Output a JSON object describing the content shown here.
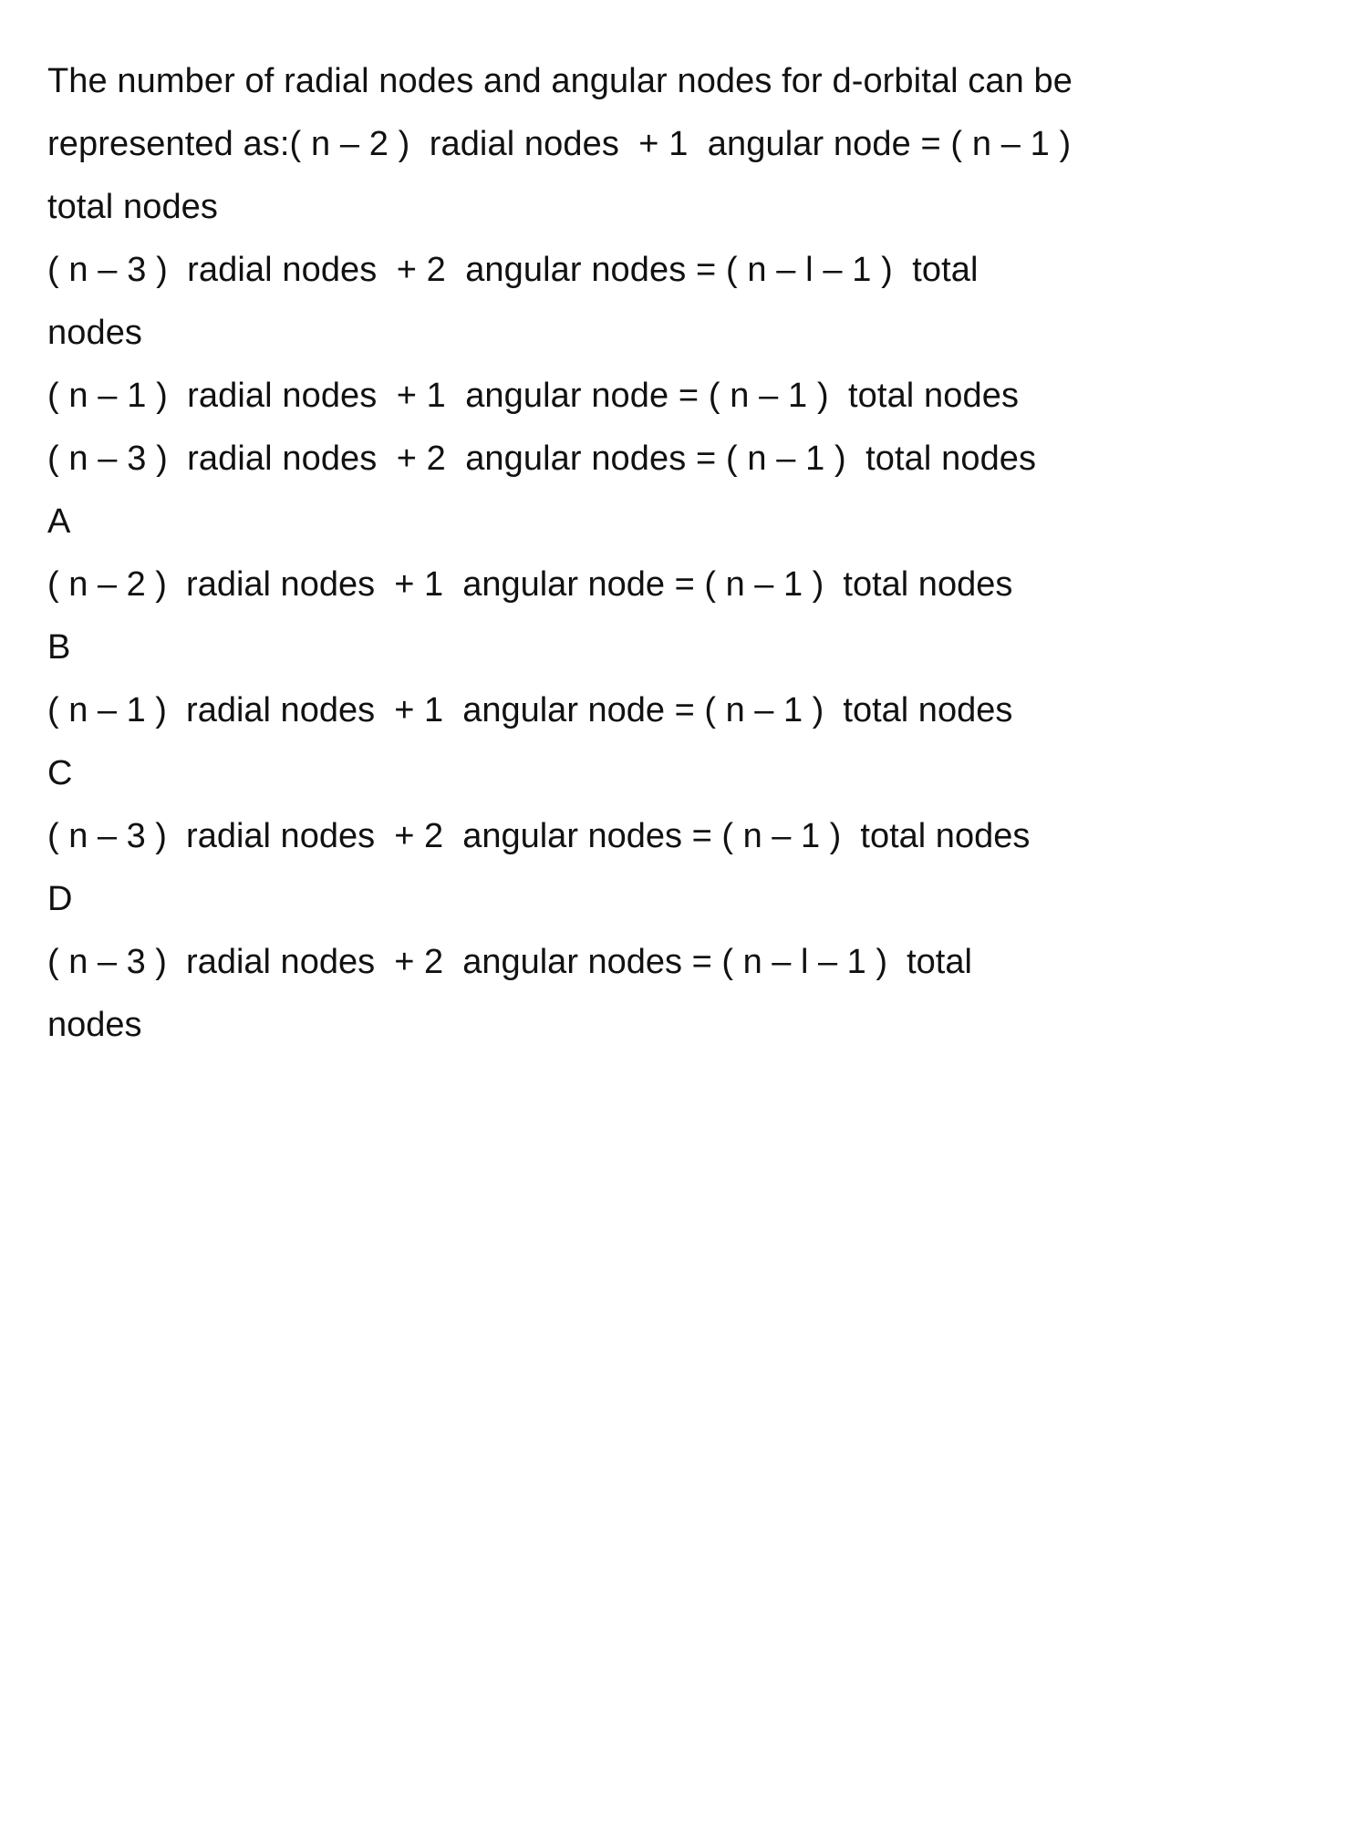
{
  "document": {
    "type": "multiple-choice-question",
    "background_color": "#ffffff",
    "text_color": "#111111",
    "question": {
      "stem_intro": "The number of radial nodes and angular nodes for d-orbital can be represented as:",
      "stem_full": "The number of radial nodes and angular nodes for d-orbital can be represented as:( n – 2 )  radial nodes  + 1  angular node = ( n – 1 )  total nodes\n( n – 3 )  radial nodes  + 2  angular nodes = ( n – l – 1 )  total nodes\n( n – 1 )  radial nodes  + 1  angular node = ( n – 1 )  total nodes\n( n – 3 )  radial nodes  + 2  angular nodes = ( n – 1 )  total nodes"
    },
    "choices": [
      {
        "label": "A",
        "text": "( n – 2 )  radial nodes  + 1  angular node = ( n – 1 )  total nodes"
      },
      {
        "label": "B",
        "text": "( n – 1 )  radial nodes  + 1  angular node = ( n – 1 )  total nodes"
      },
      {
        "label": "C",
        "text": "( n – 3 )  radial nodes  + 2  angular nodes = ( n – 1 )  total nodes"
      },
      {
        "label": "D",
        "text": "( n – 3 )  radial nodes  + 2  angular nodes = ( n – l – 1 )  total nodes"
      }
    ]
  }
}
